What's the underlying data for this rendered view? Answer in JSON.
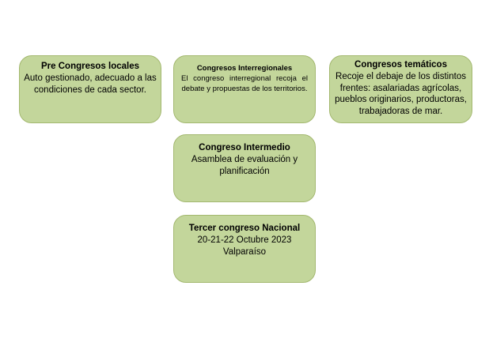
{
  "diagram": {
    "boxes": [
      {
        "title": "Pre Congresos locales",
        "text": "Auto gestionado, adecuado a las condiciones de cada sector."
      },
      {
        "title": "Congresos Interregionales",
        "text": "El congreso interregional recoja el debate y propuestas de los territorios."
      },
      {
        "title": "Congresos temáticos",
        "text": "Recoje el debaje de los distintos frentes: asalariadas agrícolas, pueblos originarios, productoras, trabajadoras de mar."
      },
      {
        "title": "Congreso Intermedio",
        "text": "Asamblea  de evaluación y planificación"
      },
      {
        "title": "Tercer congreso Nacional",
        "lines": [
          "20-21-22 Octubre 2023",
          "Valparaíso"
        ]
      }
    ],
    "colors": {
      "box_fill": "#c3d69b",
      "box_border": "#a3b86f"
    }
  }
}
